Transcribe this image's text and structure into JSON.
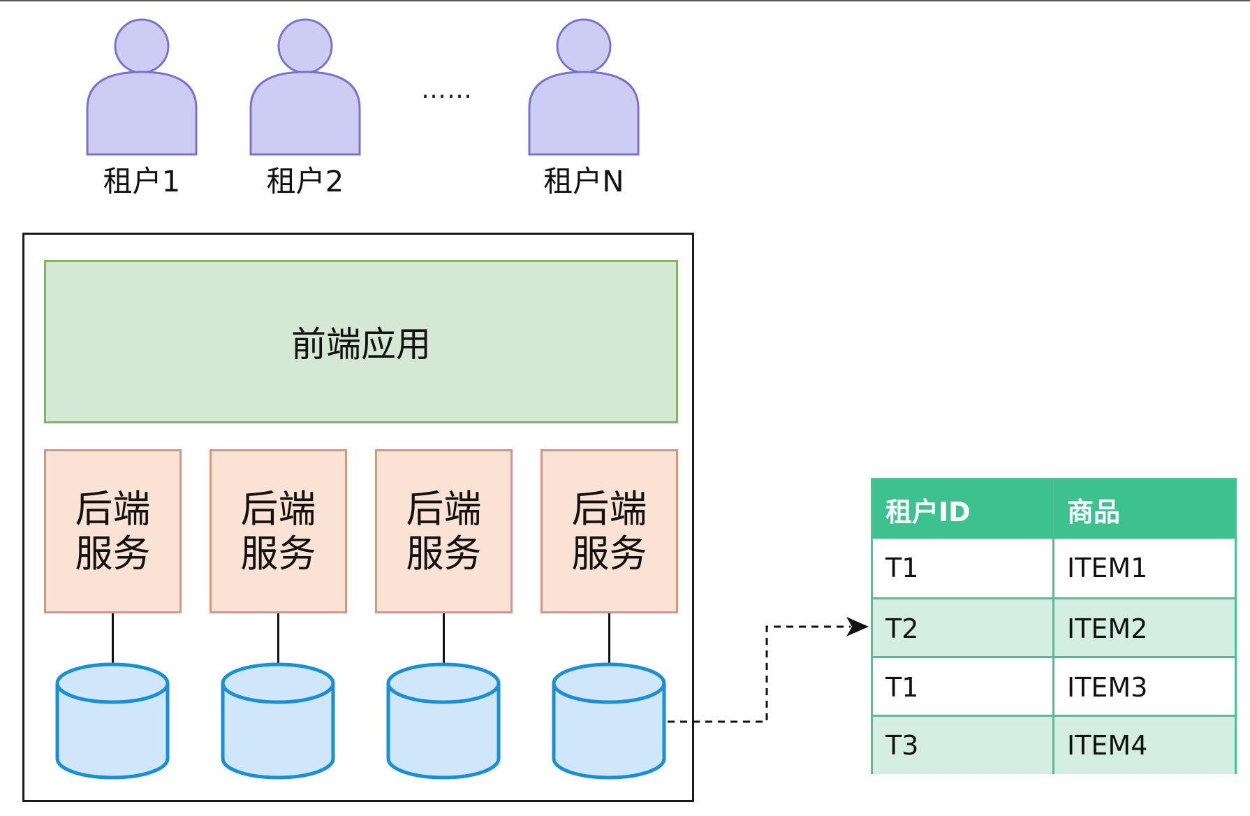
{
  "tenants": [
    {
      "label": "租户1"
    },
    {
      "label": "租户2"
    },
    {
      "label": "租户N"
    }
  ],
  "ellipsis": "……",
  "frontend": {
    "label": "前端应用"
  },
  "backends": [
    {
      "label": "后端服务"
    },
    {
      "label": "后端服务"
    },
    {
      "label": "后端服务"
    },
    {
      "label": "后端服务"
    }
  ],
  "table": {
    "headers": [
      "租户ID",
      "商品"
    ],
    "rows": [
      [
        "T1",
        "ITEM1"
      ],
      [
        "T2",
        "ITEM2"
      ],
      [
        "T1",
        "ITEM3"
      ],
      [
        "T3",
        "ITEM4"
      ]
    ]
  },
  "colors": {
    "tenant_fill": "#ccccf5",
    "tenant_stroke": "#7b72c8",
    "frontend_fill": "#d5e8d4",
    "frontend_stroke": "#82b366",
    "backend_fill": "#fae2d4",
    "backend_stroke": "#d4967c",
    "db_fill": "#cfe6fb",
    "db_stroke": "#1a8fd6",
    "table_header": "#3cc18f",
    "table_stripe": "#d4efe2"
  }
}
